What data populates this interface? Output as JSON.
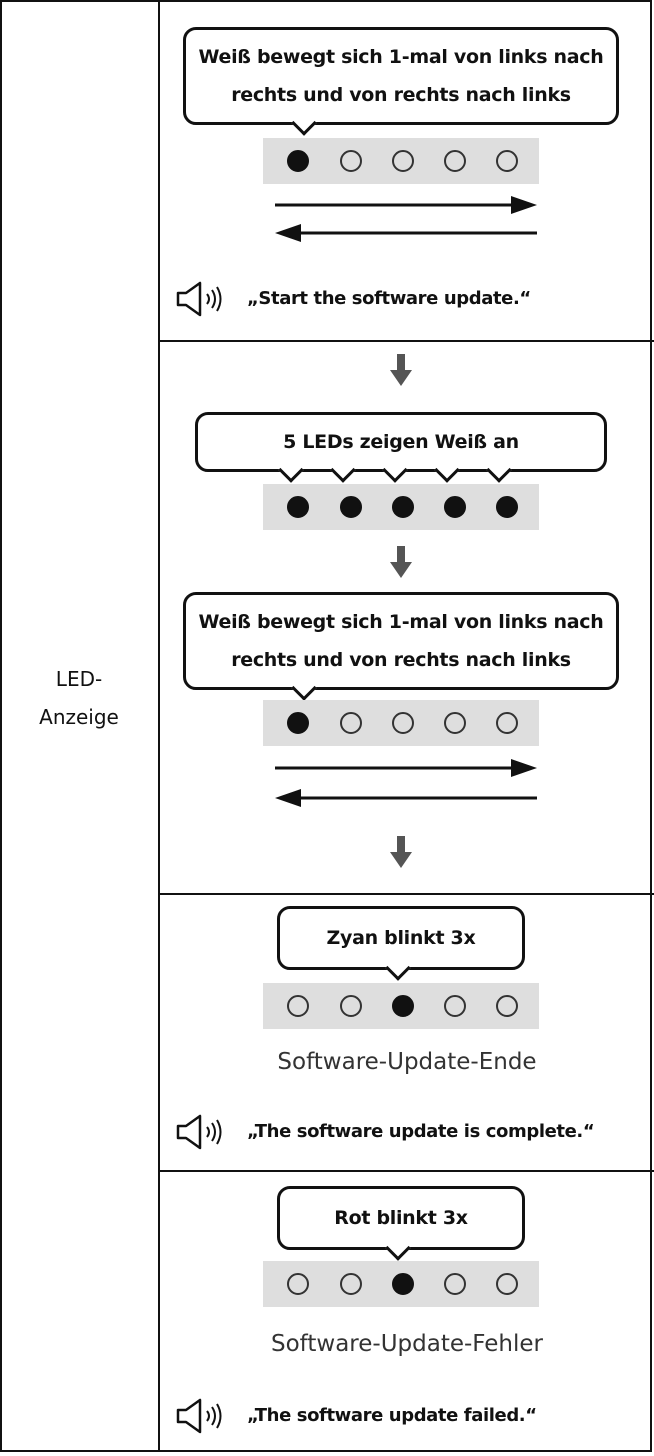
{
  "row_label": [
    "LED-",
    "Anzeige"
  ],
  "steps": {
    "start": {
      "bubble_lines": [
        "Weiß bewegt sich 1-mal von links nach",
        "rechts und von rechts nach links"
      ],
      "leds": [
        1,
        0,
        0,
        0,
        0
      ],
      "voice": "„Start the software update.“",
      "speaker_icon": "speaker-icon"
    },
    "all_white": {
      "bubble": "5 LEDs zeigen Weiß an",
      "leds": [
        1,
        1,
        1,
        1,
        1
      ]
    },
    "sweep": {
      "bubble_lines": [
        "Weiß bewegt sich 1-mal von links nach",
        "rechts und von rechts nach links"
      ],
      "leds": [
        1,
        0,
        0,
        0,
        0
      ]
    },
    "complete": {
      "bubble": "Zyan blinkt 3x",
      "leds": [
        0,
        0,
        1,
        0,
        0
      ],
      "status": "Software-Update-Ende",
      "voice": "„The software update is complete.“"
    },
    "failed": {
      "bubble": "Rot blinkt 3x",
      "leds": [
        0,
        0,
        1,
        0,
        0
      ],
      "status": "Software-Update-Fehler",
      "voice": "„The software update failed.“"
    }
  },
  "colors": {
    "led_bar": "#dedede",
    "led_on": "#111111",
    "border": "#111111"
  }
}
